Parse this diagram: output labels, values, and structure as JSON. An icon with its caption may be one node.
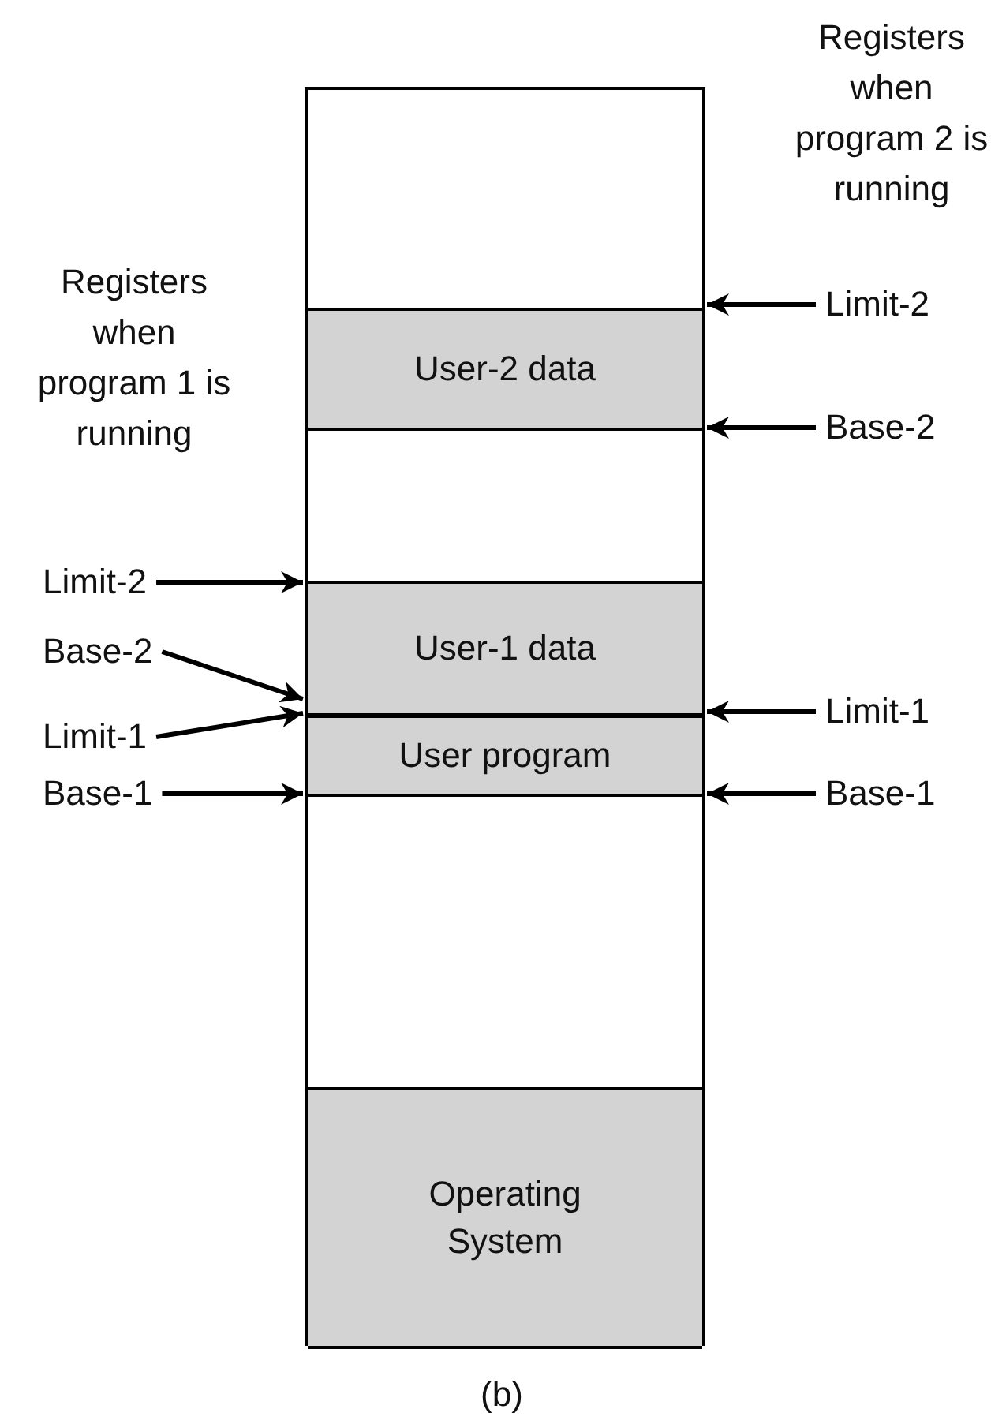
{
  "diagram": {
    "caption": "(b)",
    "nodes": [
      {
        "text": [],
        "shape": "box"
      },
      {
        "text": [
          "User-2 data"
        ],
        "in": 0
      },
      {
        "text": [
          "User-1 data"
        ],
        "in": 0
      },
      {
        "text": [
          "User program"
        ],
        "in": 0
      },
      {
        "text": [
          "Operating System"
        ],
        "in": 0
      },
      {
        "text": [
          "Limit-2"
        ]
      },
      {
        "text": [
          "Base-2"
        ]
      },
      {
        "text": [
          "Limit-2"
        ]
      },
      {
        "text": [
          "Base-2"
        ]
      },
      {
        "text": [
          "Limit-1"
        ]
      },
      {
        "text": [
          "Limit-1"
        ]
      },
      {
        "text": [
          "Base-1"
        ]
      },
      {
        "text": [
          "Base-1"
        ]
      }
    ],
    "edges": [
      {
        "from": 5,
        "to": 1,
        "arrow": "to"
      },
      {
        "from": 6,
        "to": 1,
        "arrow": "to"
      },
      {
        "from": 7,
        "to": 2,
        "arrow": "to"
      },
      {
        "from": 8,
        "to": 2,
        "arrow": "to"
      },
      {
        "from": 9,
        "to": 3,
        "arrow": "to"
      },
      {
        "from": 10,
        "to": 3,
        "arrow": "to"
      },
      {
        "from": 11,
        "to": 3,
        "arrow": "to"
      },
      {
        "from": 12,
        "to": 3,
        "arrow": "to"
      }
    ],
    "labels": [
      "Registers when program 2 is running",
      "Registers when program 1 is running"
    ]
  }
}
